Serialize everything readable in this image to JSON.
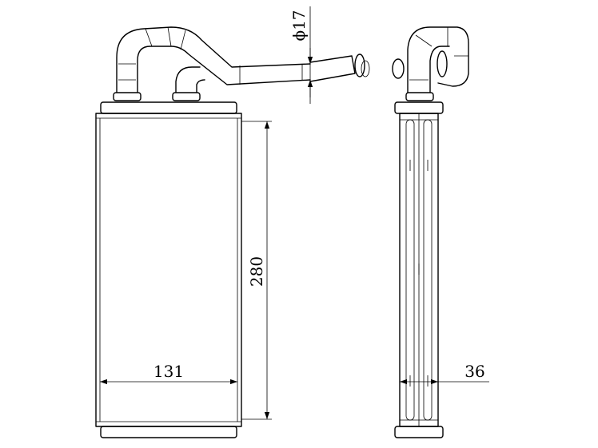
{
  "drawing": {
    "dimensions": {
      "width": "131",
      "height": "280",
      "pipe_diameter": "ϕ17",
      "depth": "36"
    }
  }
}
